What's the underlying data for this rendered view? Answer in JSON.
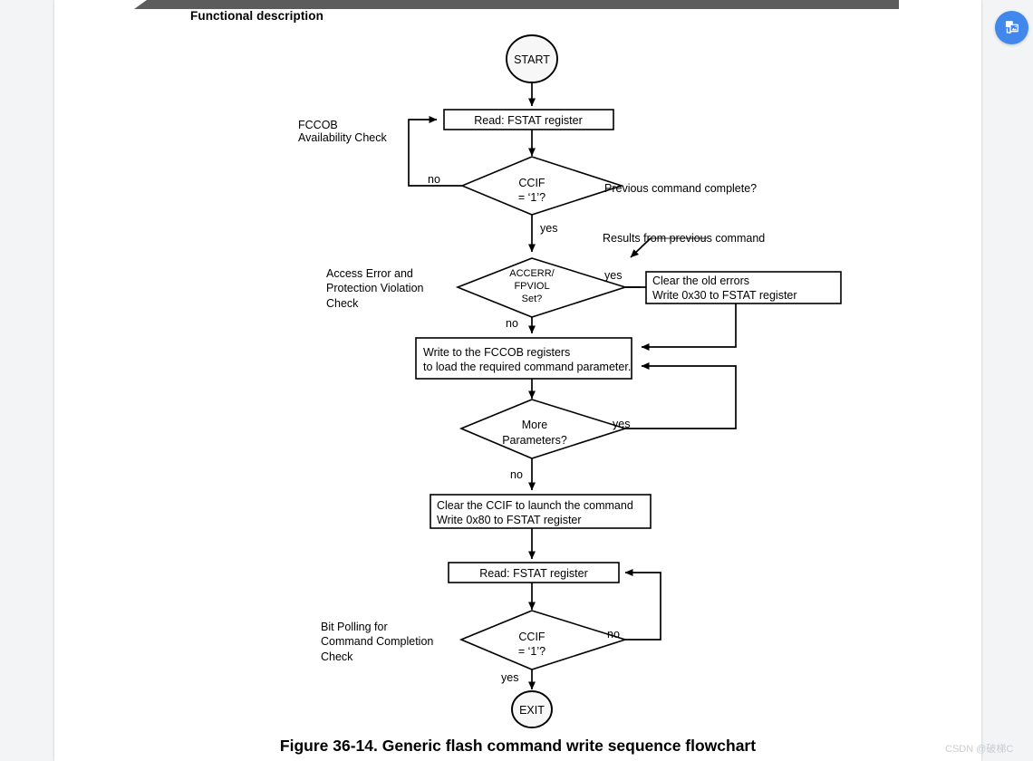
{
  "header": {
    "running_title": "Functional description",
    "convert_icon": "image-convert-icon"
  },
  "caption": "Figure 36-14. Generic flash command write sequence flowchart",
  "watermark": "CSDN @破梯C",
  "chart_data": {
    "type": "diagram",
    "title": "Generic flash command write sequence flowchart",
    "nodes": [
      {
        "id": "start",
        "kind": "terminator",
        "label": "START"
      },
      {
        "id": "read_fstat_1",
        "kind": "process",
        "label": "Read: FSTAT register"
      },
      {
        "id": "ccif_1",
        "kind": "decision",
        "label_line1": "CCIF",
        "label_line2": "= ‘1’?"
      },
      {
        "id": "accerr",
        "kind": "decision",
        "label_line1": "ACCERR/",
        "label_line2": "FPVIOL",
        "label_line3": "Set?"
      },
      {
        "id": "clear_errors",
        "kind": "process",
        "label_line1": "Clear the old errors",
        "label_line2": "Write 0x30 to FSTAT register"
      },
      {
        "id": "write_fccob",
        "kind": "process",
        "label_line1": "Write to the FCCOB registers",
        "label_line2": "to load the required command parameter."
      },
      {
        "id": "more_params",
        "kind": "decision",
        "label_line1": "More",
        "label_line2": "Parameters?"
      },
      {
        "id": "clear_ccif",
        "kind": "process",
        "label_line1": "Clear the CCIF to launch the command",
        "label_line2": "Write 0x80 to FSTAT register"
      },
      {
        "id": "read_fstat_2",
        "kind": "process",
        "label": "Read: FSTAT register"
      },
      {
        "id": "ccif_2",
        "kind": "decision",
        "label_line1": "CCIF",
        "label_line2": "= ‘1’?"
      },
      {
        "id": "exit",
        "kind": "terminator",
        "label": "EXIT"
      }
    ],
    "edge_labels": {
      "ccif1_no": "no",
      "ccif1_yes": "yes",
      "accerr_yes": "yes",
      "accerr_no": "no",
      "more_yes": "yes",
      "more_no": "no",
      "ccif2_no": "no",
      "ccif2_yes": "yes"
    },
    "annotations": [
      {
        "id": "fccob_check",
        "line1": "FCCOB",
        "line2": "Availability Check"
      },
      {
        "id": "access_check",
        "line1": "Access Error and",
        "line2": "Protection Violation",
        "line3": "Check"
      },
      {
        "id": "bit_polling",
        "line1": "Bit Polling for",
        "line2": "Command Completion",
        "line3": "Check"
      },
      {
        "id": "prev_cmd",
        "line1": "Previous command complete?"
      },
      {
        "id": "results_prev",
        "line1": "Results from previous command"
      }
    ]
  }
}
